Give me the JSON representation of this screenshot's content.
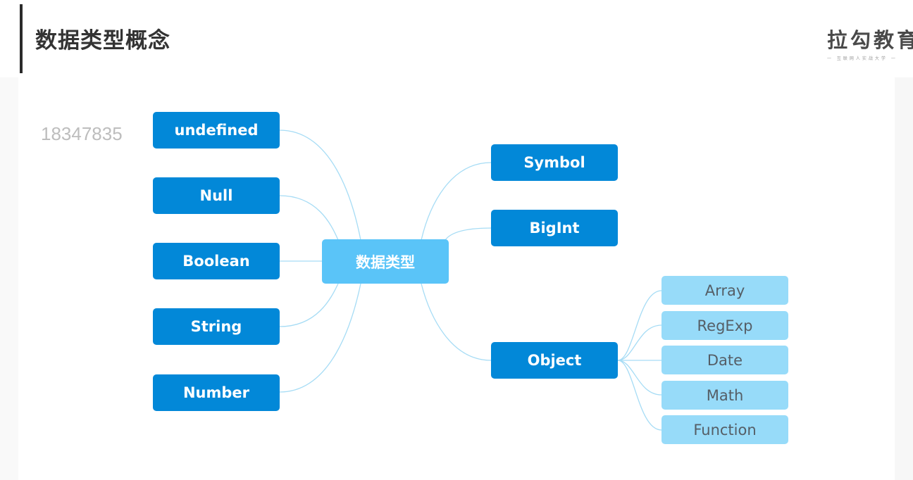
{
  "header": {
    "title": "数据类型概念",
    "logo_main": "拉勾教育",
    "logo_sub": "一 互联网人实战大学 一"
  },
  "watermark": "18347835",
  "diagram": {
    "center": "数据类型",
    "left_nodes": [
      "undefined",
      "Null",
      "Boolean",
      "String",
      "Number"
    ],
    "right_nodes": [
      "Symbol",
      "BigInt",
      "Object"
    ],
    "object_children": [
      "Array",
      "RegExp",
      "Date",
      "Math",
      "Function"
    ]
  },
  "colors": {
    "primary_node": "#0288d8",
    "center_node": "#5ac4f8",
    "child_node": "#97dbf9",
    "connector": "#a6dcf5"
  }
}
